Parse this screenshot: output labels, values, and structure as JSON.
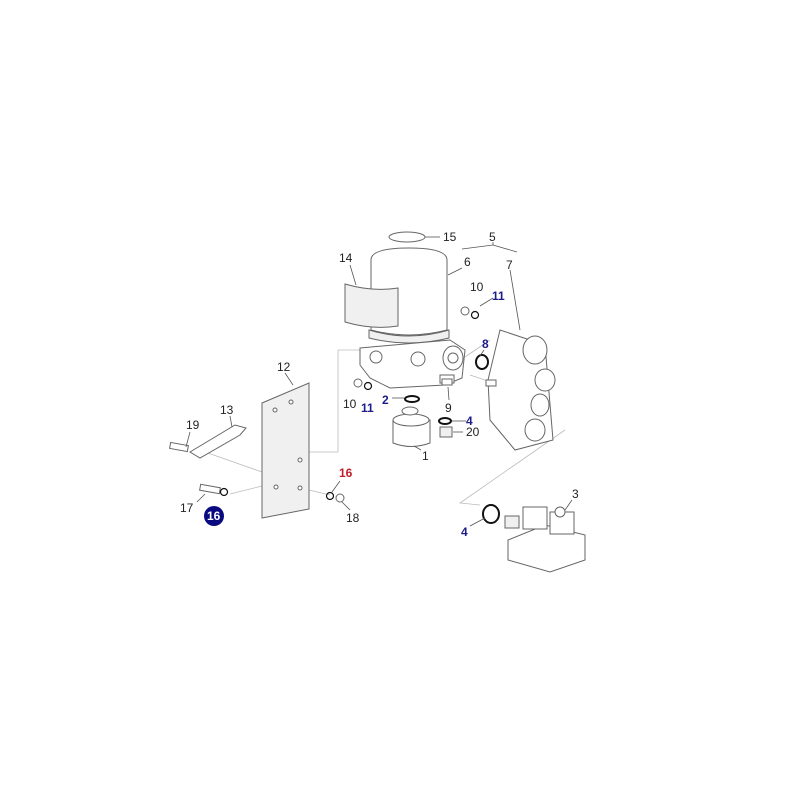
{
  "diagram": {
    "type": "exploded parts diagram",
    "callouts": [
      {
        "id": "c15",
        "text": "15",
        "style": "normal"
      },
      {
        "id": "c5",
        "text": "5",
        "style": "normal"
      },
      {
        "id": "c14",
        "text": "14",
        "style": "normal"
      },
      {
        "id": "c6",
        "text": "6",
        "style": "normal"
      },
      {
        "id": "c7",
        "text": "7",
        "style": "normal"
      },
      {
        "id": "c10a",
        "text": "10",
        "style": "normal"
      },
      {
        "id": "c11a",
        "text": "11",
        "style": "blue"
      },
      {
        "id": "c8",
        "text": "8",
        "style": "blue"
      },
      {
        "id": "c12",
        "text": "12",
        "style": "normal"
      },
      {
        "id": "c13",
        "text": "13",
        "style": "normal"
      },
      {
        "id": "c19",
        "text": "19",
        "style": "normal"
      },
      {
        "id": "c10b",
        "text": "10",
        "style": "normal"
      },
      {
        "id": "c11b",
        "text": "11",
        "style": "blue"
      },
      {
        "id": "c2",
        "text": "2",
        "style": "blue"
      },
      {
        "id": "c9",
        "text": "9",
        "style": "normal"
      },
      {
        "id": "c4a",
        "text": "4",
        "style": "blue"
      },
      {
        "id": "c20",
        "text": "20",
        "style": "normal"
      },
      {
        "id": "c1",
        "text": "1",
        "style": "normal"
      },
      {
        "id": "c16a",
        "text": "16",
        "style": "red"
      },
      {
        "id": "c17",
        "text": "17",
        "style": "normal"
      },
      {
        "id": "c16b",
        "text": "16",
        "style": "highlighted"
      },
      {
        "id": "c18",
        "text": "18",
        "style": "normal"
      },
      {
        "id": "c3",
        "text": "3",
        "style": "normal"
      },
      {
        "id": "c4b",
        "text": "4",
        "style": "blue"
      }
    ],
    "colors": {
      "blue": "#1c1c8a",
      "red": "#c0202a",
      "highlight": "#0a0a80"
    }
  }
}
